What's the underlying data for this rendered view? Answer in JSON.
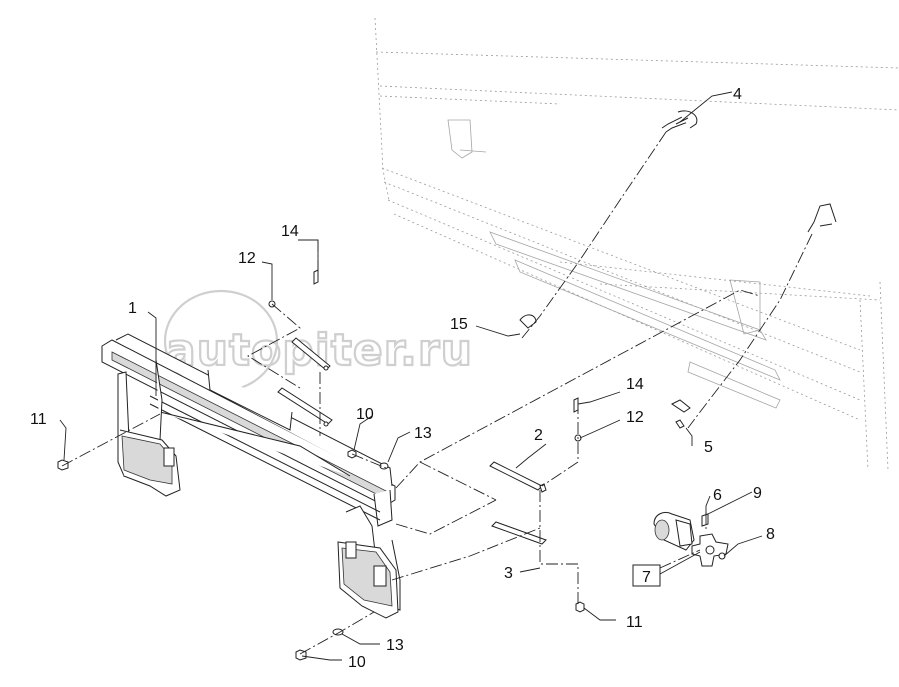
{
  "diagram": {
    "callouts": [
      {
        "id": "c1",
        "label": "1"
      },
      {
        "id": "c2",
        "label": "2"
      },
      {
        "id": "c3",
        "label": "3"
      },
      {
        "id": "c4",
        "label": "4"
      },
      {
        "id": "c5",
        "label": "5"
      },
      {
        "id": "c6",
        "label": "6"
      },
      {
        "id": "c7",
        "label": "7"
      },
      {
        "id": "c8",
        "label": "8"
      },
      {
        "id": "c9",
        "label": "9"
      },
      {
        "id": "c10a",
        "label": "10"
      },
      {
        "id": "c10b",
        "label": "10"
      },
      {
        "id": "c11a",
        "label": "11"
      },
      {
        "id": "c11b",
        "label": "11"
      },
      {
        "id": "c12a",
        "label": "12"
      },
      {
        "id": "c12b",
        "label": "12"
      },
      {
        "id": "c13a",
        "label": "13"
      },
      {
        "id": "c13b",
        "label": "13"
      },
      {
        "id": "c14a",
        "label": "14"
      },
      {
        "id": "c14b",
        "label": "14"
      },
      {
        "id": "c15",
        "label": "15"
      }
    ],
    "watermark": {
      "text": "autopiter.ru"
    }
  }
}
